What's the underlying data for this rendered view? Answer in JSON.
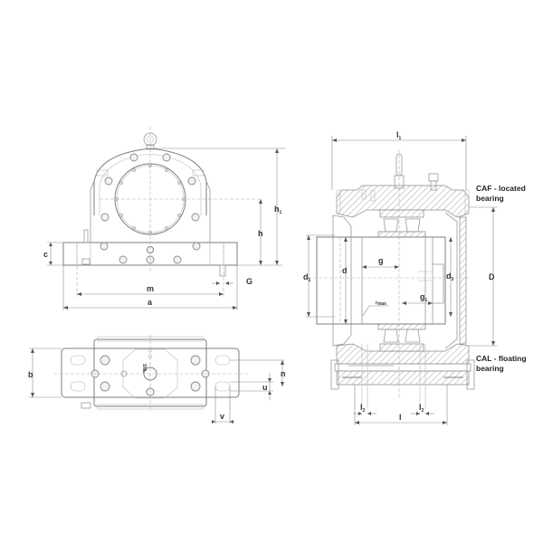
{
  "drawing": {
    "subject": "Split plummer block housing technical drawing",
    "views": {
      "front_view": {
        "labels": {
          "h1": "h",
          "h1_sub": "1",
          "h": "h",
          "c": "c",
          "G": "G",
          "m": "m",
          "a": "a"
        }
      },
      "top_view": {
        "labels": {
          "b": "b",
          "n": "n",
          "u": "u",
          "v": "v"
        },
        "casting_mark": "SNL"
      },
      "section_view": {
        "labels": {
          "l1": "l",
          "l1_sub": "1",
          "D": "D",
          "d1": "d",
          "d1_sub": "1",
          "d": "d",
          "d3": "d",
          "d3_sub": "3",
          "g": "g",
          "g1": "g",
          "g1_sub": "1",
          "rmax": "r",
          "rmax_sub": "max",
          "l2_left": "l",
          "l2_right": "l",
          "l2_sub": "2",
          "l": "l"
        },
        "notes": {
          "caf_line1": "CAF - located",
          "caf_line2": "bearing",
          "cal_line1": "CAL - floating",
          "cal_line2": "bearing"
        }
      }
    },
    "colors": {
      "line": "#9a9a9a",
      "text": "#333333",
      "background": "#ffffff"
    }
  }
}
